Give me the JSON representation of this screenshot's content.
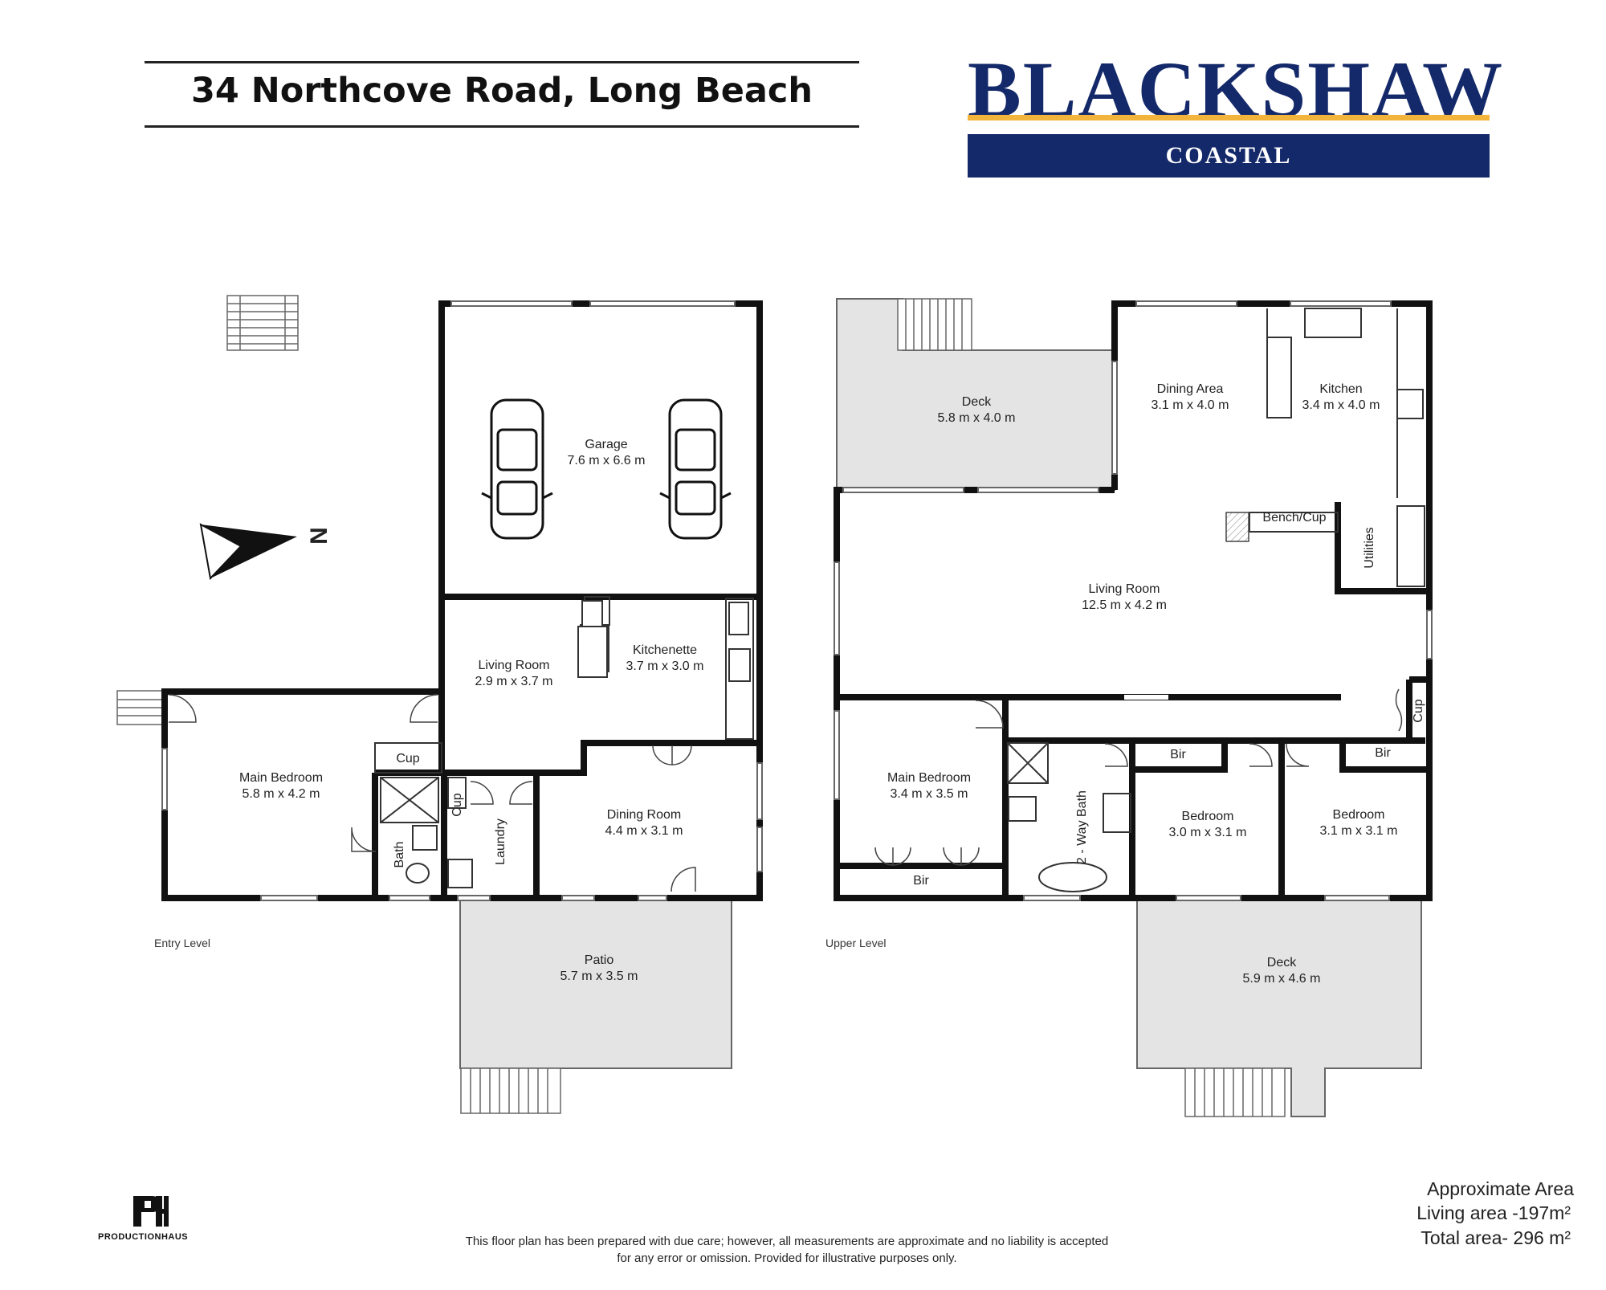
{
  "header": {
    "address": "34 Northcove Road, Long Beach"
  },
  "brand": {
    "name": "BLACKSHAW",
    "sub": "COASTAL",
    "color_primary": "#14296a",
    "color_accent": "#f2b43a"
  },
  "compass": {
    "label": "N"
  },
  "entry_level": {
    "label": "Entry Level",
    "rooms": {
      "garage": {
        "name": "Garage",
        "dims": "7.6 m x 6.6 m"
      },
      "living": {
        "name": "Living Room",
        "dims": "2.9 m x 3.7 m"
      },
      "kitchenette": {
        "name": "Kitchenette",
        "dims": "3.7 m x 3.0 m"
      },
      "main_bedroom": {
        "name": "Main Bedroom",
        "dims": "5.8 m x 4.2 m"
      },
      "dining": {
        "name": "Dining Room",
        "dims": "4.4 m x 3.1 m"
      },
      "patio": {
        "name": "Patio",
        "dims": "5.7 m x 3.5 m"
      },
      "cup1": "Cup",
      "cup2": "Cup",
      "bath": "Bath",
      "laundry": "Laundry"
    }
  },
  "upper_level": {
    "label": "Upper Level",
    "rooms": {
      "deck_top": {
        "name": "Deck",
        "dims": "5.8 m x 4.0 m"
      },
      "dining_area": {
        "name": "Dining Area",
        "dims": "3.1 m x 4.0 m"
      },
      "kitchen": {
        "name": "Kitchen",
        "dims": "3.4 m x 4.0 m"
      },
      "bench": "Bench/Cup",
      "utilities": "Utilities",
      "living": {
        "name": "Living Room",
        "dims": "12.5 m x 4.2 m"
      },
      "main_bedroom": {
        "name": "Main Bedroom",
        "dims": "3.4 m x 3.5 m"
      },
      "bir_main": "Bir",
      "bath": "2 - Way Bath",
      "bedroom2": {
        "name": "Bedroom",
        "dims": "3.0 m x 3.1 m"
      },
      "bedroom3": {
        "name": "Bedroom",
        "dims": "3.1 m x 3.1 m"
      },
      "bir2": "Bir",
      "bir3": "Bir",
      "cup": "Cup",
      "deck_bottom": {
        "name": "Deck",
        "dims": "5.9 m x 4.6 m"
      }
    }
  },
  "area": {
    "heading": "Approximate Area",
    "living": "Living area -197m²",
    "total": "Total area- 296 m²"
  },
  "footer": {
    "disclaimer_1": "This floor plan has been prepared with due care; however, all measurements are approximate and no liability is accepted",
    "disclaimer_2": "for any error or omission. Provided for illustrative purposes only.",
    "producer": "PRODUCTIONHAUS"
  }
}
